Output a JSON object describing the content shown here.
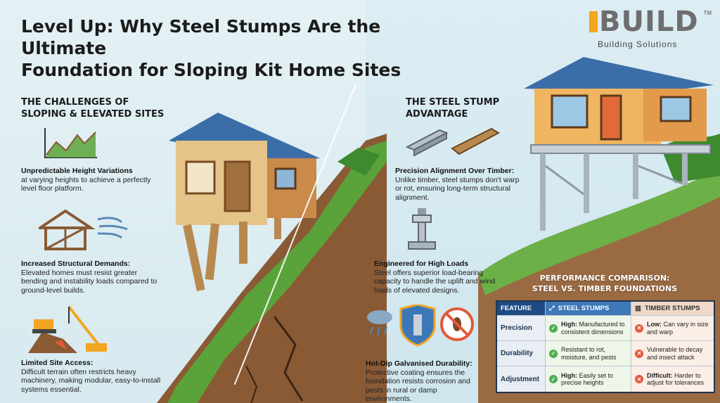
{
  "title": {
    "line1": "Level Up: Why Steel Stumps Are the Ultimate",
    "line2": "Foundation for Sloping Kit Home Sites"
  },
  "logo": {
    "word": "BUILD",
    "tm": "TM",
    "sub": "Building Solutions",
    "accent": "#f2a51f"
  },
  "challenges": {
    "heading_line1": "THE CHALLENGES OF",
    "heading_line2": "SLOPING & ELEVATED SITES",
    "items": [
      {
        "title": "Unpredictable Height Variations",
        "body": "at varying heights to achieve a perfectly level floor platform.",
        "icon": "uneven-terrain-icon"
      },
      {
        "title": "Increased Structural Demands:",
        "body": "Elevated homes must resist greater bending and instability loads compared to ground-level builds.",
        "icon": "house-frame-wind-icon"
      },
      {
        "title": "Limited Site Access:",
        "body": "Difficult terrain often restricts heavy machinery, making modular, easy-to-install systems essential.",
        "icon": "excavator-crane-icon"
      }
    ]
  },
  "advantage": {
    "heading_line1": "THE STEEL STUMP",
    "heading_line2": "ADVANTAGE",
    "items": [
      {
        "title": "Precision Alignment Over Timber:",
        "body": "Unlike timber, steel stumps don't warp or rot, ensuring long-term structural alignment.",
        "icon": "steel-beam-vs-timber-icon"
      },
      {
        "title": "Engineered for High Loads",
        "body": "Steel offers superior load-bearing capacity to handle the uplift and wind loads of elevated designs.",
        "icon": "steel-stump-icon"
      },
      {
        "title": "Hot-Dip Galvanised Durability:",
        "body": "Protective coating ensures the foundation resists corrosion and pests in rural or damp environments.",
        "icon": "shield-rain-termite-icon"
      }
    ]
  },
  "comparison": {
    "title_line1": "PERFORMANCE COMPARISON:",
    "title_line2": "STEEL VS. TIMBER FOUNDATIONS",
    "headers": {
      "feature": "FEATURE",
      "steel": "STEEL STUMPS",
      "timber": "TIMBER STUMPS"
    },
    "rows": [
      {
        "feature": "Precision",
        "steel_bold": "High:",
        "steel": "Manufactured to consistent dimensions",
        "timber_bold": "Low:",
        "timber": "Can vary in size and warp"
      },
      {
        "feature": "Durability",
        "steel_bold": "",
        "steel": "Resistant to rot, moisture, and pests",
        "timber_bold": "",
        "timber": "Vulnerable to decay and insect attack"
      },
      {
        "feature": "Adjustment",
        "steel_bold": "High:",
        "steel": "Easily set to precise heights",
        "timber_bold": "Difficult:",
        "timber": "Harder to adjust for tolerances"
      }
    ]
  },
  "colors": {
    "header_blue": "#1d4a82",
    "steel_blue": "#3c78b8",
    "ok_green": "#4caf50",
    "bad_red": "#e25a3a"
  }
}
